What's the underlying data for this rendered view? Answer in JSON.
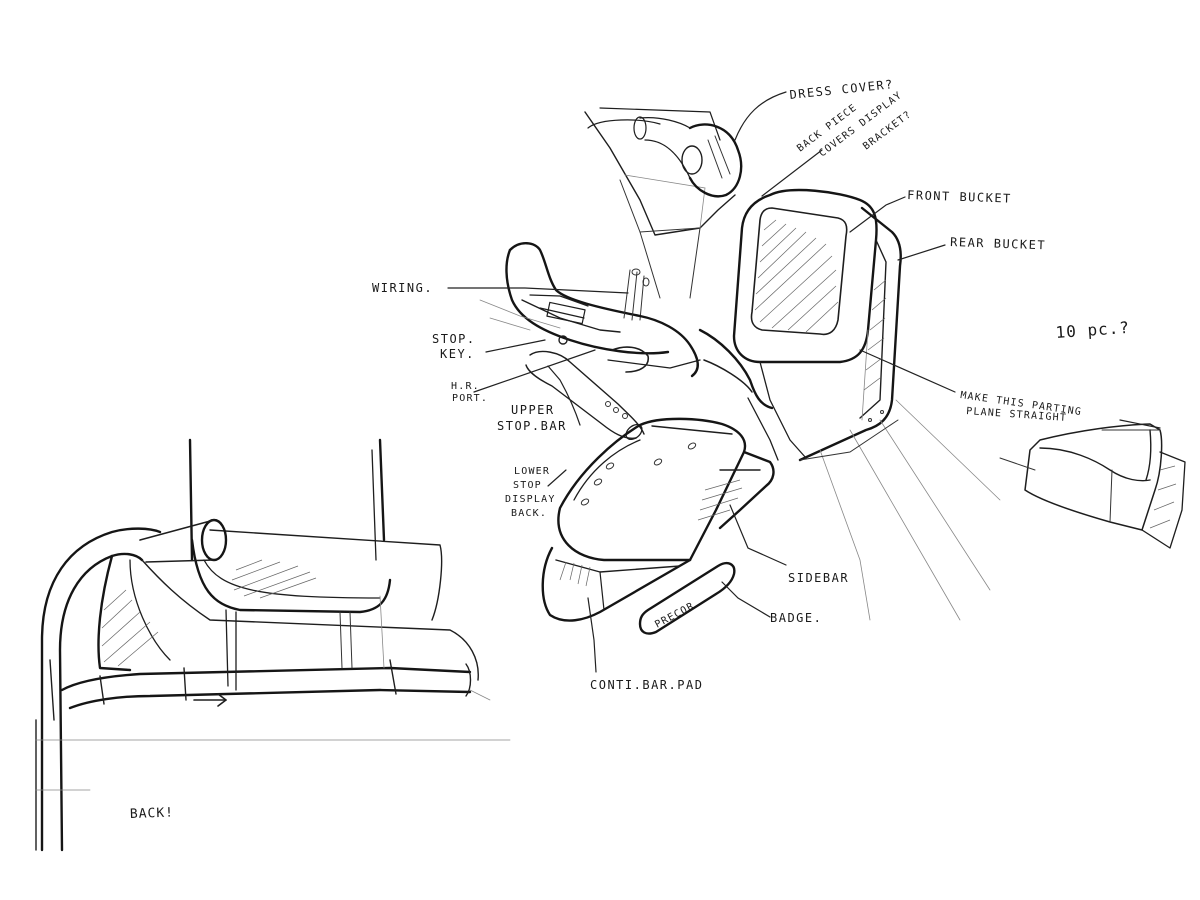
{
  "labels": {
    "dress_cover": "DRESS COVER?",
    "back_piece_1": "BACK PIECE",
    "back_piece_2": "COVERS DISPLAY",
    "back_piece_3": "BRACKET?",
    "front_bucket": "FRONT BUCKET",
    "rear_bucket": "REAR BUCKET",
    "wiring": "WIRING.",
    "stop_key_1": "STOP.",
    "stop_key_2": "KEY.",
    "hr_port_1": "H.R.",
    "hr_port_2": "PORT.",
    "upper_stop_bar_1": "UPPER",
    "upper_stop_bar_2": "STOP.BAR",
    "lower_stop_1": "LOWER",
    "lower_stop_2": "STOP",
    "lower_stop_3": "DISPLAY",
    "lower_stop_4": "BACK.",
    "ten_pc": "10 pc.?",
    "parting_1": "MAKE THIS PARTING",
    "parting_2": "PLANE STRAIGHT",
    "sidebar": "SIDEBAR",
    "badge": "BADGE.",
    "badge_text": "PRECOR",
    "conti_bar_pad": "CONTI.BAR.PAD",
    "back": "BACK!"
  }
}
